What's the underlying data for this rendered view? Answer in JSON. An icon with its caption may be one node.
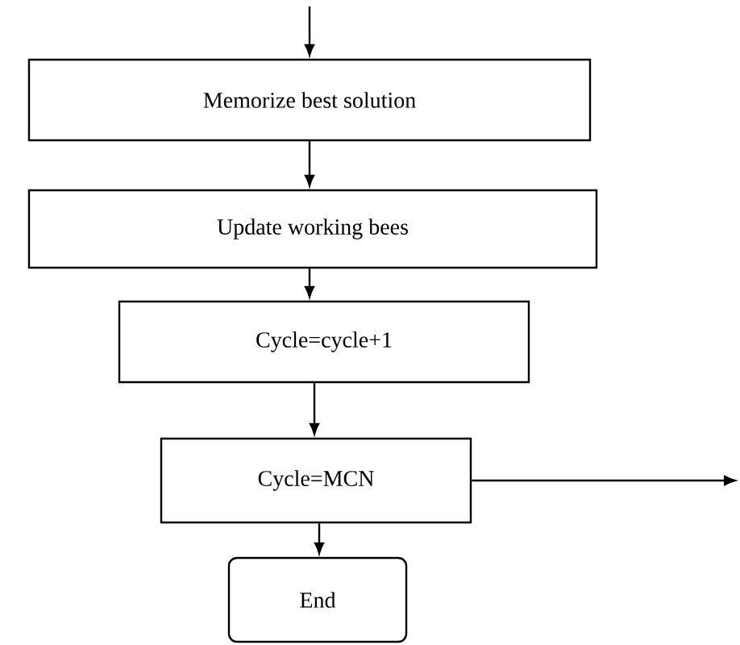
{
  "diagram": {
    "nodes": [
      {
        "text": [
          "Memorize best solution"
        ]
      },
      {
        "text": [
          "Update working bees"
        ]
      },
      {
        "text": [
          "Cycle=cycle+1"
        ]
      },
      {
        "text": [
          "Cycle=MCN"
        ]
      },
      {
        "text": [
          "End"
        ]
      }
    ],
    "edges": [
      {
        "from": null,
        "to": 0,
        "arrow": "to"
      },
      {
        "from": 0,
        "to": 1,
        "arrow": "to"
      },
      {
        "from": 1,
        "to": 2,
        "arrow": "to"
      },
      {
        "from": 2,
        "to": 3,
        "arrow": "to"
      },
      {
        "from": 3,
        "to": 4,
        "arrow": "to"
      },
      {
        "from": 3,
        "to": null,
        "arrow": "to"
      }
    ]
  }
}
